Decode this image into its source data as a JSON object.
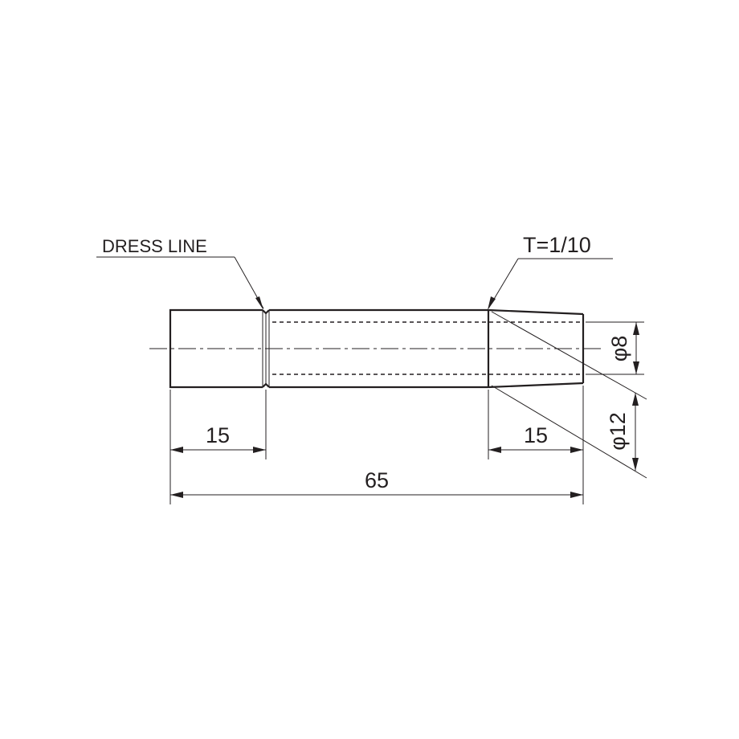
{
  "drawing": {
    "notes": {
      "dress_line": "DRESS LINE",
      "taper": "T=1/10"
    },
    "dimensions": {
      "left_length": "15",
      "right_length": "15",
      "overall_length": "65",
      "small_diameter": "φ8",
      "large_diameter": "φ12"
    },
    "colors": {
      "ink": "#231f20",
      "background": "#ffffff"
    }
  }
}
